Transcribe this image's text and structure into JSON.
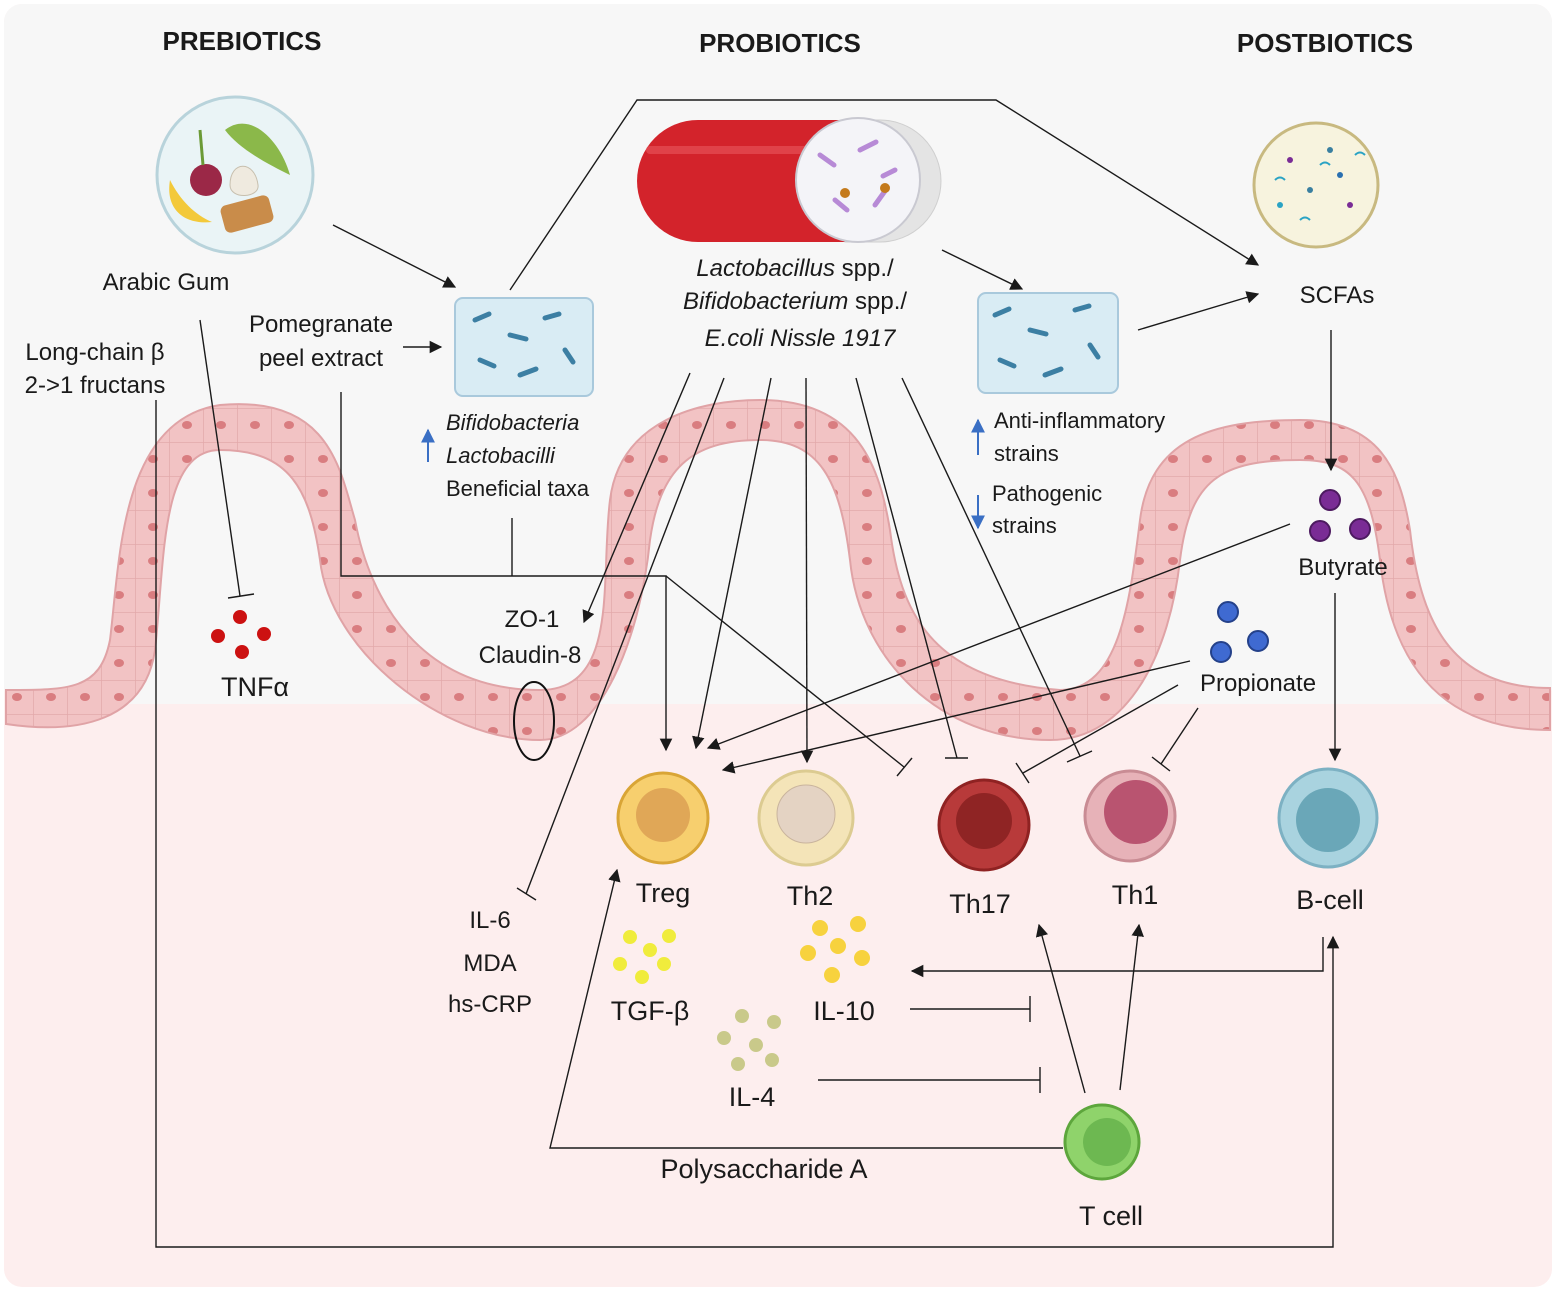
{
  "headers": {
    "prebiotics": "PREBIOTICS",
    "probiotics": "PROBIOTICS",
    "postbiotics": "POSTBIOTICS"
  },
  "prebiotics": {
    "arabic_gum": "Arabic Gum",
    "fructans_line1": "Long-chain β",
    "fructans_line2": "2->1 fructans",
    "pomegranate_line1": "Pomegranate",
    "pomegranate_line2": "peel extract",
    "taxa_line1": "Bifidobacteria",
    "taxa_line2": "Lactobacilli",
    "taxa_line3": "Beneficial taxa"
  },
  "probiotics": {
    "strains_line1_italic": "Lactobacillus",
    "strains_line1_rest": " spp./",
    "strains_line2_italic": "Bifidobacterium",
    "strains_line2_rest": " spp./",
    "strains_line3": "E.coli Nissle 1917",
    "anti_line1": "Anti-inflammatory",
    "anti_line2": "strains",
    "path_line1": "Pathogenic",
    "path_line2": "strains"
  },
  "postbiotics": {
    "scfas": "SCFAs",
    "butyrate": "Butyrate",
    "propionate": "Propionate"
  },
  "junction": {
    "zo1": "ZO-1",
    "claudin": "Claudin-8"
  },
  "cytokines": {
    "tnfa": "TNFα",
    "il6": "IL-6",
    "mda": "MDA",
    "hscrp": "hs-CRP",
    "tgfb": "TGF-β",
    "il10": "IL-10",
    "il4": "IL-4",
    "psa": "Polysaccharide A"
  },
  "cells": {
    "treg": "Treg",
    "th2": "Th2",
    "th17": "Th17",
    "th1": "Th1",
    "bcell": "B-cell",
    "tcell": "T cell"
  },
  "colors": {
    "gut_wall": "#f2c3c4",
    "gut_nucleus": "#d97d80",
    "lumen_bg": "#f7f7f7",
    "tissue_bg": "#fdeeee",
    "capsule_red": "#d3232b",
    "treg": "#f7cf6e",
    "th2": "#f4e4b8",
    "th17": "#b83a3a",
    "th1": "#de9ea6",
    "bcell": "#a9d3df",
    "tcell": "#8fd36b",
    "butyrate": "#7a2c95",
    "propionate": "#3f6ad1",
    "tnf_dot": "#cc1111",
    "tgf_dot": "#f0ec3c",
    "il10_dot": "#f7d23e",
    "il4_dot": "#c9c98a",
    "up_arrow": "#3a6fc4"
  }
}
